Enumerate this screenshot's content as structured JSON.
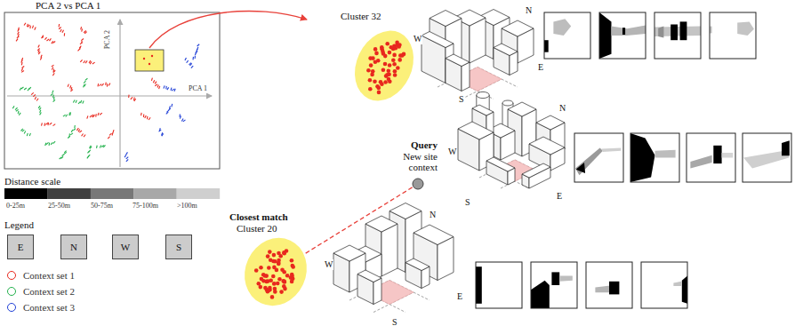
{
  "diagram": {
    "nodes": [
      {
        "text": [
          "Cluster 32"
        ]
      },
      {
        "text": [
          "Query",
          "New site context"
        ]
      },
      {
        "text": [
          "Closest match",
          "Cluster 20"
        ]
      },
      {
        "text": [
          "E"
        ]
      },
      {
        "text": [
          "N"
        ]
      },
      {
        "text": [
          "W"
        ]
      },
      {
        "text": [
          "S"
        ]
      }
    ],
    "edges": [
      {
        "from": 1,
        "to": 2,
        "arrow": "none"
      }
    ],
    "labels": [
      "PCA 2 vs PCA 1",
      "PCA 2",
      "PCA 1",
      "Distance scale",
      "0-25m",
      "25-50m",
      "50-75m",
      "75-100m",
      ">100m",
      "Legend",
      "W",
      "N",
      "S",
      "E",
      "W",
      "N",
      "S",
      "E",
      "W",
      "N",
      "S",
      "E"
    ],
    "legend": [
      {
        "text": "Context set 1",
        "color": "#e8281e"
      },
      {
        "text": "Context set 2",
        "color": "#22b14c"
      },
      {
        "text": "Context set 3",
        "color": "#1f3fd6"
      }
    ]
  }
}
